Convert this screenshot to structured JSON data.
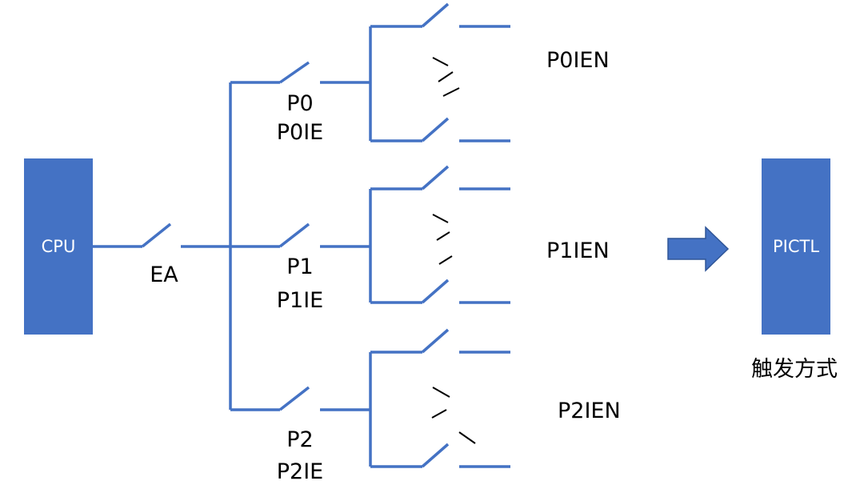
{
  "colors": {
    "accent": "#4472c4",
    "text": "#000000",
    "box_text": "#ffffff"
  },
  "boxes": {
    "cpu": {
      "label": "CPU"
    },
    "pictl": {
      "label": "PICTL",
      "caption": "触发方式"
    }
  },
  "switches": {
    "ea": {
      "label": "EA"
    }
  },
  "ports": [
    {
      "name": "P0",
      "enable": "P0IE",
      "pin_enable": "P0IEN"
    },
    {
      "name": "P1",
      "enable": "P1IE",
      "pin_enable": "P1IEN"
    },
    {
      "name": "P2",
      "enable": "P2IE",
      "pin_enable": "P2IEN"
    }
  ]
}
